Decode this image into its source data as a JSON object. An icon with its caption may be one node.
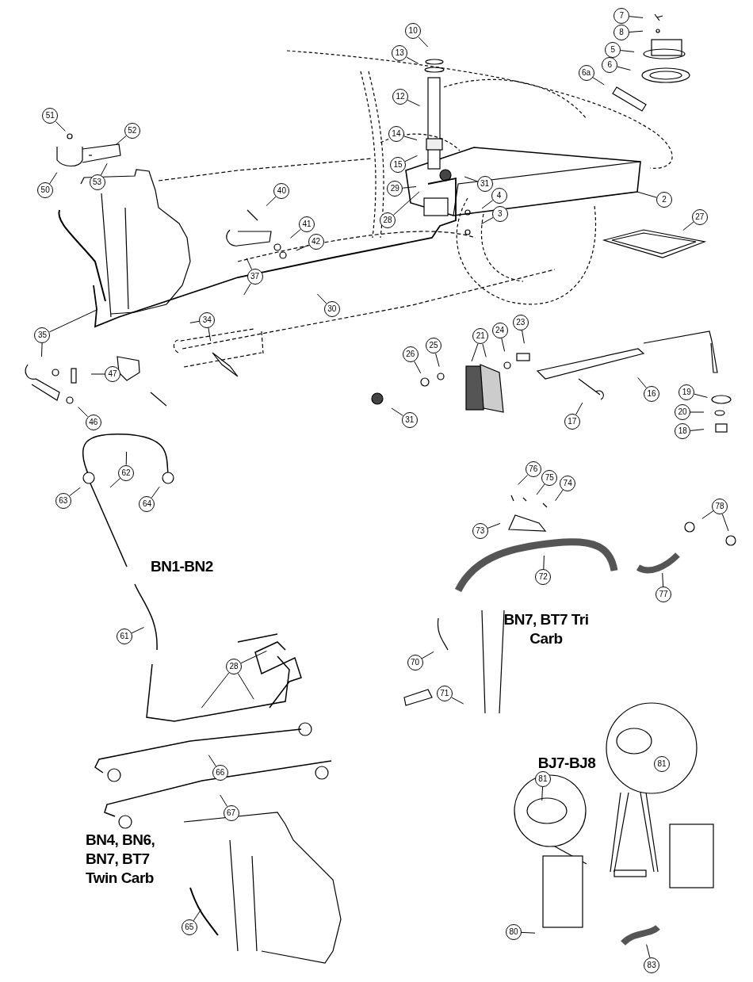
{
  "diagram": {
    "nodes": [
      {
        "text": [
          "7"
        ]
      },
      {
        "text": [
          "8"
        ]
      },
      {
        "text": [
          "10"
        ]
      },
      {
        "text": [
          "5"
        ]
      },
      {
        "text": [
          "13"
        ]
      },
      {
        "text": [
          "6"
        ]
      },
      {
        "text": [
          "6a"
        ]
      },
      {
        "text": [
          "12"
        ]
      },
      {
        "text": [
          "51"
        ]
      },
      {
        "text": [
          "14"
        ]
      },
      {
        "text": [
          "52"
        ]
      },
      {
        "text": [
          "15"
        ]
      },
      {
        "text": [
          "53"
        ]
      },
      {
        "text": [
          "50"
        ]
      },
      {
        "text": [
          "29"
        ]
      },
      {
        "text": [
          "31"
        ]
      },
      {
        "text": [
          "40"
        ]
      },
      {
        "text": [
          "2"
        ]
      },
      {
        "text": [
          "4"
        ]
      },
      {
        "text": [
          "28"
        ]
      },
      {
        "text": [
          "3"
        ]
      },
      {
        "text": [
          "27"
        ]
      },
      {
        "text": [
          "41"
        ]
      },
      {
        "text": [
          "42"
        ]
      },
      {
        "text": [
          "37"
        ]
      },
      {
        "text": [
          "30"
        ]
      },
      {
        "text": [
          "34"
        ]
      },
      {
        "text": [
          "21"
        ]
      },
      {
        "text": [
          "23"
        ]
      },
      {
        "text": [
          "24"
        ]
      },
      {
        "text": [
          "35"
        ]
      },
      {
        "text": [
          "25"
        ]
      },
      {
        "text": [
          "26"
        ]
      },
      {
        "text": [
          "47"
        ]
      },
      {
        "text": [
          "16"
        ]
      },
      {
        "text": [
          "19"
        ]
      },
      {
        "text": [
          "17"
        ]
      },
      {
        "text": [
          "31"
        ]
      },
      {
        "text": [
          "46"
        ]
      },
      {
        "text": [
          "20"
        ]
      },
      {
        "text": [
          "18"
        ]
      },
      {
        "text": [
          "62"
        ]
      },
      {
        "text": [
          "76"
        ]
      },
      {
        "text": [
          "75"
        ]
      },
      {
        "text": [
          "74"
        ]
      },
      {
        "text": [
          "63"
        ]
      },
      {
        "text": [
          "64"
        ]
      },
      {
        "text": [
          "78"
        ]
      },
      {
        "text": [
          "73"
        ]
      },
      {
        "text": [
          "72"
        ]
      },
      {
        "text": [
          "77"
        ]
      },
      {
        "text": [
          "61"
        ]
      },
      {
        "text": [
          "70"
        ]
      },
      {
        "text": [
          "28"
        ]
      },
      {
        "text": [
          "71"
        ]
      },
      {
        "text": [
          "66"
        ]
      },
      {
        "text": [
          "81"
        ]
      },
      {
        "text": [
          "67"
        ]
      },
      {
        "text": [
          "65"
        ]
      },
      {
        "text": [
          "80"
        ]
      },
      {
        "text": [
          "83"
        ]
      },
      {
        "text": [
          "81"
        ]
      }
    ],
    "edges": [
      {
        "from": 0,
        "to": null,
        "arrow": "none"
      },
      {
        "from": 1,
        "to": null,
        "arrow": "none"
      },
      {
        "from": 2,
        "to": null,
        "arrow": "none"
      },
      {
        "from": 3,
        "to": null,
        "arrow": "none"
      },
      {
        "from": 4,
        "to": null,
        "arrow": "none"
      },
      {
        "from": 5,
        "to": null,
        "arrow": "none"
      },
      {
        "from": 6,
        "to": null,
        "arrow": "none"
      },
      {
        "from": 7,
        "to": null,
        "arrow": "none"
      },
      {
        "from": 8,
        "to": null,
        "arrow": "none"
      },
      {
        "from": 9,
        "to": null,
        "arrow": "none"
      },
      {
        "from": 10,
        "to": null,
        "arrow": "none"
      },
      {
        "from": 11,
        "to": null,
        "arrow": "none"
      },
      {
        "from": 12,
        "to": null,
        "arrow": "none"
      },
      {
        "from": 13,
        "to": null,
        "arrow": "none"
      },
      {
        "from": 14,
        "to": null,
        "arrow": "none"
      },
      {
        "from": 15,
        "to": null,
        "arrow": "none"
      },
      {
        "from": 16,
        "to": null,
        "arrow": "none"
      },
      {
        "from": 17,
        "to": null,
        "arrow": "none"
      },
      {
        "from": 18,
        "to": null,
        "arrow": "none"
      },
      {
        "from": 19,
        "to": null,
        "arrow": "none"
      },
      {
        "from": 20,
        "to": null,
        "arrow": "none"
      },
      {
        "from": 21,
        "to": null,
        "arrow": "none"
      },
      {
        "from": 22,
        "to": null,
        "arrow": "none"
      },
      {
        "from": 23,
        "to": null,
        "arrow": "none"
      },
      {
        "from": 24,
        "to": null,
        "arrow": "none"
      },
      {
        "from": 24,
        "to": null,
        "arrow": "none"
      },
      {
        "from": 25,
        "to": null,
        "arrow": "none"
      },
      {
        "from": 26,
        "to": null,
        "arrow": "none"
      },
      {
        "from": 26,
        "to": null,
        "arrow": "none"
      },
      {
        "from": 27,
        "to": null,
        "arrow": "none"
      },
      {
        "from": 27,
        "to": null,
        "arrow": "none"
      },
      {
        "from": 28,
        "to": null,
        "arrow": "none"
      },
      {
        "from": 29,
        "to": null,
        "arrow": "none"
      },
      {
        "from": 30,
        "to": null,
        "arrow": "none"
      },
      {
        "from": 30,
        "to": null,
        "arrow": "none"
      },
      {
        "from": 31,
        "to": null,
        "arrow": "none"
      },
      {
        "from": 32,
        "to": null,
        "arrow": "none"
      },
      {
        "from": 33,
        "to": null,
        "arrow": "none"
      },
      {
        "from": 34,
        "to": null,
        "arrow": "none"
      },
      {
        "from": 35,
        "to": null,
        "arrow": "none"
      },
      {
        "from": 36,
        "to": null,
        "arrow": "none"
      },
      {
        "from": 37,
        "to": null,
        "arrow": "none"
      },
      {
        "from": 38,
        "to": null,
        "arrow": "none"
      },
      {
        "from": 39,
        "to": null,
        "arrow": "none"
      },
      {
        "from": 40,
        "to": null,
        "arrow": "none"
      },
      {
        "from": 41,
        "to": null,
        "arrow": "none"
      },
      {
        "from": 41,
        "to": null,
        "arrow": "none"
      },
      {
        "from": 42,
        "to": null,
        "arrow": "none"
      },
      {
        "from": 43,
        "to": null,
        "arrow": "none"
      },
      {
        "from": 44,
        "to": null,
        "arrow": "none"
      },
      {
        "from": 45,
        "to": null,
        "arrow": "none"
      },
      {
        "from": 46,
        "to": null,
        "arrow": "none"
      },
      {
        "from": 47,
        "to": null,
        "arrow": "none"
      },
      {
        "from": 47,
        "to": null,
        "arrow": "none"
      },
      {
        "from": 48,
        "to": null,
        "arrow": "none"
      },
      {
        "from": 49,
        "to": null,
        "arrow": "none"
      },
      {
        "from": 50,
        "to": null,
        "arrow": "none"
      },
      {
        "from": 51,
        "to": null,
        "arrow": "none"
      },
      {
        "from": 52,
        "to": null,
        "arrow": "none"
      },
      {
        "from": 53,
        "to": null,
        "arrow": "none"
      },
      {
        "from": 53,
        "to": null,
        "arrow": "none"
      },
      {
        "from": 53,
        "to": null,
        "arrow": "none"
      },
      {
        "from": 54,
        "to": null,
        "arrow": "none"
      },
      {
        "from": 55,
        "to": null,
        "arrow": "none"
      },
      {
        "from": 56,
        "to": null,
        "arrow": "none"
      },
      {
        "from": 57,
        "to": null,
        "arrow": "none"
      },
      {
        "from": 58,
        "to": null,
        "arrow": "none"
      },
      {
        "from": 59,
        "to": null,
        "arrow": "none"
      },
      {
        "from": 60,
        "to": null,
        "arrow": "none"
      }
    ],
    "labels": [
      "BN1-BN2",
      "BN7, BT7 Tri Carb",
      "BJ7-BJ8",
      "BN4, BN6, BN7, BT7 Twin Carb"
    ]
  }
}
